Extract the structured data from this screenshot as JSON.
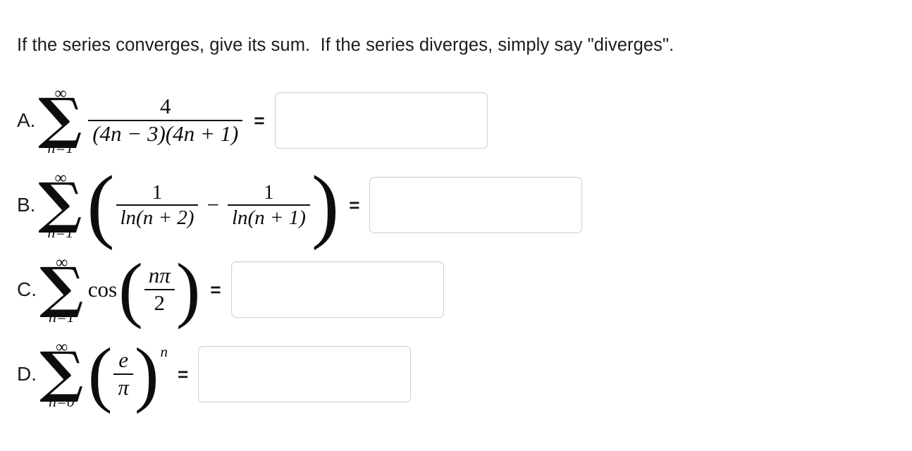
{
  "page": {
    "prompt": "If the series converges, give its sum.  If the series diverges, simply say \"diverges\"."
  },
  "symbols": {
    "sigma": "∑",
    "infinity": "∞",
    "equals": "=",
    "minus": "−",
    "plus": "+",
    "paren_open": "(",
    "paren_close": ")",
    "pi": "π",
    "e": "e",
    "n": "n"
  },
  "problems": [
    {
      "id": "a",
      "label": "A.",
      "sum_upper": "∞",
      "sum_lower": "n=1",
      "numerator": "4",
      "denominator": "(4n − 3)(4n + 1)",
      "equals": "=",
      "answer": "",
      "placeholder": ""
    },
    {
      "id": "b",
      "label": "B.",
      "sum_upper": "∞",
      "sum_lower": "n=1",
      "term1_num": "1",
      "term1_den": "ln(n + 2)",
      "operator": "−",
      "term2_num": "1",
      "term2_den": "ln(n + 1)",
      "equals": "=",
      "answer": "",
      "placeholder": ""
    },
    {
      "id": "c",
      "label": "C.",
      "sum_upper": "∞",
      "sum_lower": "n=1",
      "function": "cos",
      "arg_num": "nπ",
      "arg_den": "2",
      "equals": "=",
      "answer": "",
      "placeholder": ""
    },
    {
      "id": "d",
      "label": "D.",
      "sum_upper": "∞",
      "sum_lower": "n=0",
      "base_num": "e",
      "base_den": "π",
      "exponent": "n",
      "equals": "=",
      "answer": "",
      "placeholder": ""
    }
  ],
  "colors": {
    "text": "#1c1c1c",
    "math": "#0d0d0d",
    "input_border": "#cfcfcf",
    "background": "#ffffff"
  }
}
